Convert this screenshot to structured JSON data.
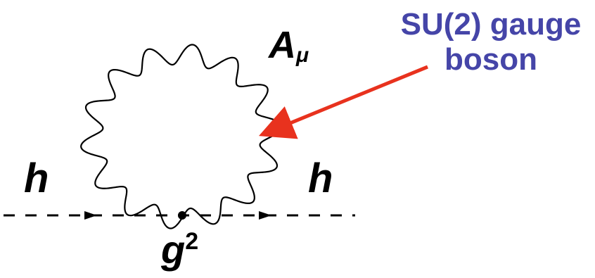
{
  "diagram": {
    "field_label": "A",
    "field_subscript": "μ",
    "scalar_left_label": "h",
    "scalar_right_label": "h",
    "coupling_label": "g",
    "coupling_power": "2",
    "annotation_line1": "SU(2) gauge",
    "annotation_line2": "boson",
    "arrow_color": "#e8321e",
    "annotation_color": "#4545a8"
  }
}
